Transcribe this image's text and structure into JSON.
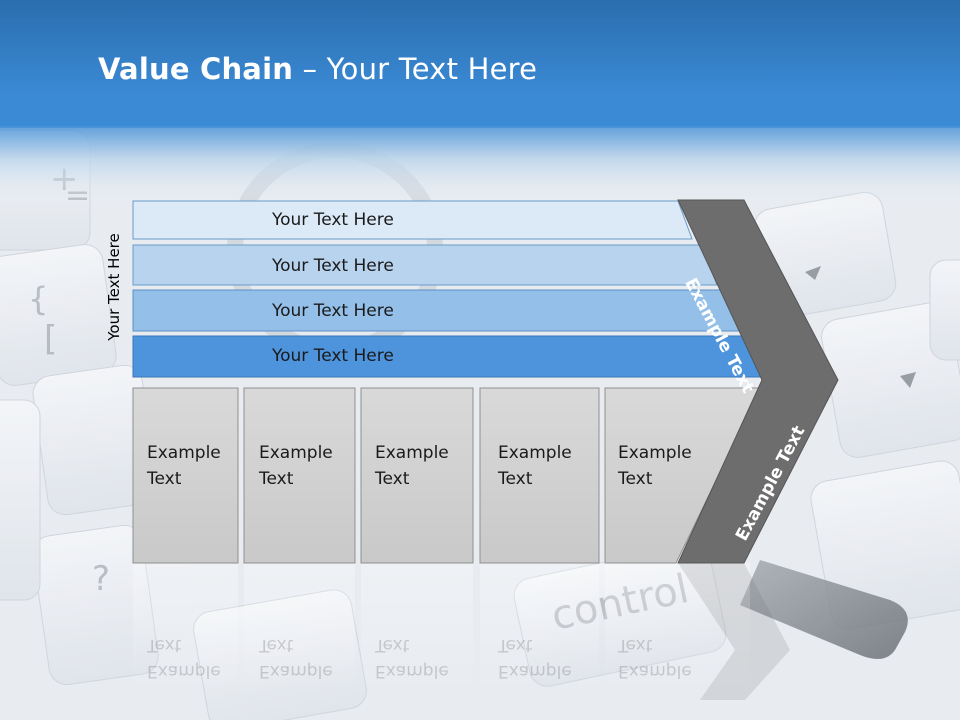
{
  "slide": {
    "title_bold": "Value Chain",
    "title_rest": " – Your Text Here",
    "side_label": "Your Text Here",
    "bars": [
      {
        "label": "Your Text Here",
        "color": "#dce9f6"
      },
      {
        "label": "Your Text Here",
        "color": "#b7d3ee"
      },
      {
        "label": "Your Text Here",
        "color": "#93bfe8"
      },
      {
        "label": "Your Text Here",
        "color": "#4d94dc"
      }
    ],
    "columns": [
      {
        "line1": "Example",
        "line2": "Text"
      },
      {
        "line1": "Example",
        "line2": "Text"
      },
      {
        "line1": "Example",
        "line2": "Text"
      },
      {
        "line1": "Example",
        "line2": "Text"
      },
      {
        "line1": "Example",
        "line2": "Text"
      }
    ],
    "arrow_top_text": "Example Text",
    "arrow_bottom_text": "Example Text"
  },
  "colors": {
    "header_blue": "#2f7cc4",
    "arrow_gray": "#6d6d6d",
    "box_gray": "#d4d4d4"
  }
}
